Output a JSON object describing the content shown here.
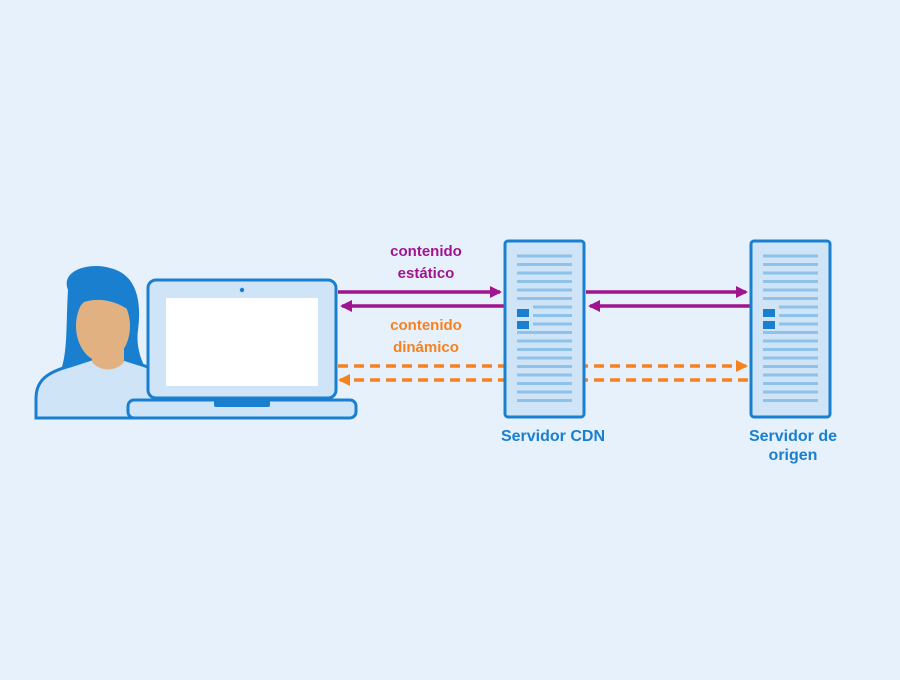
{
  "labels": {
    "static_line1": "contenido",
    "static_line2": "estático",
    "dynamic_line1": "contenido",
    "dynamic_line2": "dinámico",
    "cdn_server": "Servidor CDN",
    "origin_line1": "Servidor de",
    "origin_line2": "origen"
  },
  "colors": {
    "background": "#e6f1fc",
    "outline_blue": "#1b7fd0",
    "fill_light_blue": "#cfe4f7",
    "server_lines": "#8ec2ea",
    "skin": "#e2b181",
    "static_arrow": "#a0158f",
    "dynamic_arrow": "#f5821f",
    "static_text": "#a0158f",
    "dynamic_text": "#f5821f",
    "server_text": "#1b7fd0"
  },
  "icons": {
    "user": "user-avatar-icon",
    "laptop": "laptop-icon",
    "cdn_server": "server-tower-icon",
    "origin_server": "server-tower-icon"
  }
}
